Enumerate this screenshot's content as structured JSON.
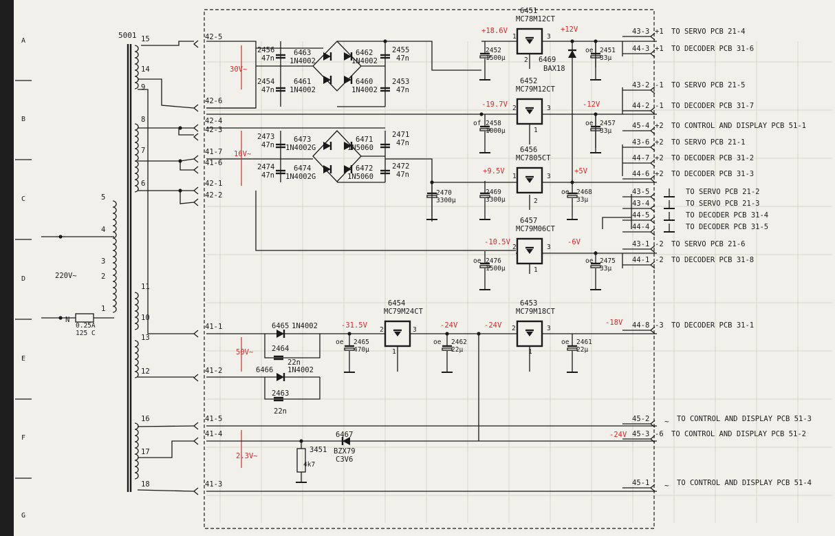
{
  "row_labels": [
    "A",
    "B",
    "C",
    "D",
    "E",
    "F",
    "G"
  ],
  "transformer": {
    "ref": "5001",
    "pins": [
      "15",
      "14",
      "9",
      "8",
      "7",
      "6",
      "11",
      "10",
      "13",
      "12",
      "16",
      "17",
      "18"
    ],
    "primary_pins": [
      "5",
      "4",
      "3",
      "2",
      "1"
    ],
    "mains": "220V~",
    "fuse_value": "0.25A",
    "fuse_temp": "125 C",
    "neutral": "N"
  },
  "connectors_in": [
    "42-5",
    "42-6",
    "42-4",
    "42-3",
    "41-7",
    "41-6",
    "42-1",
    "42-2",
    "41-1",
    "41-2",
    "41-5",
    "41-4",
    "41-3"
  ],
  "winding_voltages": [
    "30V~",
    "16V~",
    "50V~",
    "2.3V~"
  ],
  "bridge1": {
    "diodes": [
      {
        "ref": "6463",
        "type": "1N4002"
      },
      {
        "ref": "6461",
        "type": "1N4002"
      },
      {
        "ref": "6462",
        "type": "1N4002"
      },
      {
        "ref": "6460",
        "type": "1N4002"
      }
    ],
    "caps": [
      {
        "ref": "2456",
        "val": "47n"
      },
      {
        "ref": "2454",
        "val": "47n"
      },
      {
        "ref": "2455",
        "val": "47n"
      },
      {
        "ref": "2453",
        "val": "47n"
      }
    ]
  },
  "bridge2": {
    "diodes": [
      {
        "ref": "6473",
        "type": "1N4002G"
      },
      {
        "ref": "6474",
        "type": "1N4002G"
      },
      {
        "ref": "6471",
        "type": "1N5060"
      },
      {
        "ref": "6472",
        "type": "1N5060"
      }
    ],
    "caps": [
      {
        "ref": "2473",
        "val": "47n"
      },
      {
        "ref": "2474",
        "val": "47n"
      },
      {
        "ref": "2471",
        "val": "47n"
      },
      {
        "ref": "2472",
        "val": "47n"
      }
    ]
  },
  "regulators": [
    {
      "ref": "6451",
      "type": "MC78M12CT",
      "vin": "+18.6V",
      "vout": "+12V"
    },
    {
      "ref": "6452",
      "type": "MC79M12CT",
      "vin": "-19.7V",
      "vout": "-12V"
    },
    {
      "ref": "6456",
      "type": "MC7805CT",
      "vin": "+9.5V",
      "vout": "+5V"
    },
    {
      "ref": "6457",
      "type": "MC79M06CT",
      "vin": "-10.5V",
      "vout": "-6V"
    },
    {
      "ref": "6454",
      "type": "MC79M24CT",
      "vin": "-31.5V",
      "vout": "-24V"
    },
    {
      "ref": "6453",
      "type": "MC79M18CT",
      "vin": "-24V",
      "vout": "-18V"
    }
  ],
  "pins_num": [
    "1",
    "2",
    "3"
  ],
  "caps_elco": [
    {
      "ref": "2452",
      "val": "1500µ"
    },
    {
      "ref": "2451",
      "val": "33µ"
    },
    {
      "ref": "2458",
      "val": "1000µ"
    },
    {
      "ref": "2457",
      "val": "33µ"
    },
    {
      "ref": "2470",
      "val": "3300µ"
    },
    {
      "ref": "2469",
      "val": "3300µ"
    },
    {
      "ref": "2468",
      "val": "33µ"
    },
    {
      "ref": "2476",
      "val": "1500µ"
    },
    {
      "ref": "2475",
      "val": "33µ"
    },
    {
      "ref": "2465",
      "val": "470µ"
    },
    {
      "ref": "2462",
      "val": "22µ"
    },
    {
      "ref": "2461",
      "val": "22µ"
    }
  ],
  "cap_marks": [
    "oe",
    "of",
    "oe",
    "oe",
    "oe",
    "oe",
    "oe",
    "oe",
    "oe"
  ],
  "diode_6469": {
    "ref": "6469",
    "type": "BAX18"
  },
  "diode_6465": {
    "ref": "6465",
    "type": "1N4002"
  },
  "diode_6466": {
    "ref": "6466",
    "type": "1N4002"
  },
  "cap_2464": {
    "ref": "2464",
    "val": "22n"
  },
  "cap_2463": {
    "ref": "2463",
    "val": "22n"
  },
  "resistor_3451": {
    "ref": "3451",
    "val": "4k7"
  },
  "zener_6467": {
    "ref": "6467",
    "type": "BZX79",
    "val": "C3V6"
  },
  "extra_voltages": [
    "-24V",
    "-24V"
  ],
  "outputs": [
    {
      "conn": "43-3",
      "sym": "+1",
      "dest": "TO SERVO PCB 21-4"
    },
    {
      "conn": "44-3",
      "sym": "+1",
      "dest": "TO DECODER PCB 31-6"
    },
    {
      "conn": "43-2",
      "sym": "-1",
      "dest": "TO SERVO PCB 21-5"
    },
    {
      "conn": "44-2",
      "sym": "-1",
      "dest": "TO DECODER PCB 31-7"
    },
    {
      "conn": "45-4",
      "sym": "+2",
      "dest": "TO CONTROL AND DISPLAY PCB 51-1"
    },
    {
      "conn": "43-6",
      "sym": "+2",
      "dest": "TO SERVO PCB 21-1"
    },
    {
      "conn": "44-7",
      "sym": "+2",
      "dest": "TO DECODER PCB 31-2"
    },
    {
      "conn": "44-6",
      "sym": "+2",
      "dest": "TO DECODER PCB 31-3"
    },
    {
      "conn": "43-5",
      "sym": "",
      "dest": "TO SERVO PCB 21-2"
    },
    {
      "conn": "43-4",
      "sym": "",
      "dest": "TO SERVO PCB 21-3"
    },
    {
      "conn": "44-5",
      "sym": "",
      "dest": "TO DECODER PCB 31-4"
    },
    {
      "conn": "44-4",
      "sym": "",
      "dest": "TO DECODER PCB 31-5"
    },
    {
      "conn": "43-1",
      "sym": "-2",
      "dest": "TO SERVO PCB 21-6"
    },
    {
      "conn": "44-1",
      "sym": "-2",
      "dest": "TO DECODER PCB 31-8"
    },
    {
      "conn": "44-8",
      "sym": "-3",
      "dest": "TO DECODER PCB 31-1"
    },
    {
      "conn": "45-2",
      "sym": "~",
      "dest": "TO CONTROL AND DISPLAY PCB 51-3"
    },
    {
      "conn": "45-3",
      "sym": "-6",
      "dest": "TO CONTROL AND DISPLAY PCB 51-2"
    },
    {
      "conn": "45-1",
      "sym": "~",
      "dest": "TO CONTROL AND DISPLAY PCB 51-4"
    }
  ],
  "out_voltage_label": "-24V"
}
